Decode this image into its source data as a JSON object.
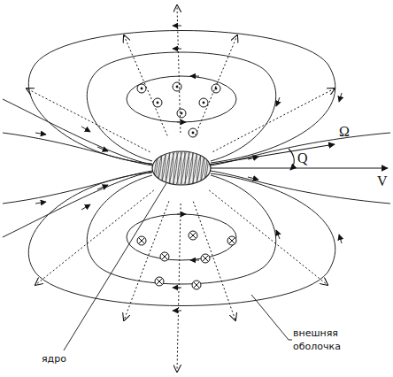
{
  "diagram": {
    "labels": [
      "Ω",
      "Q",
      "V",
      "ядро",
      "внешняя оболочка"
    ]
  }
}
